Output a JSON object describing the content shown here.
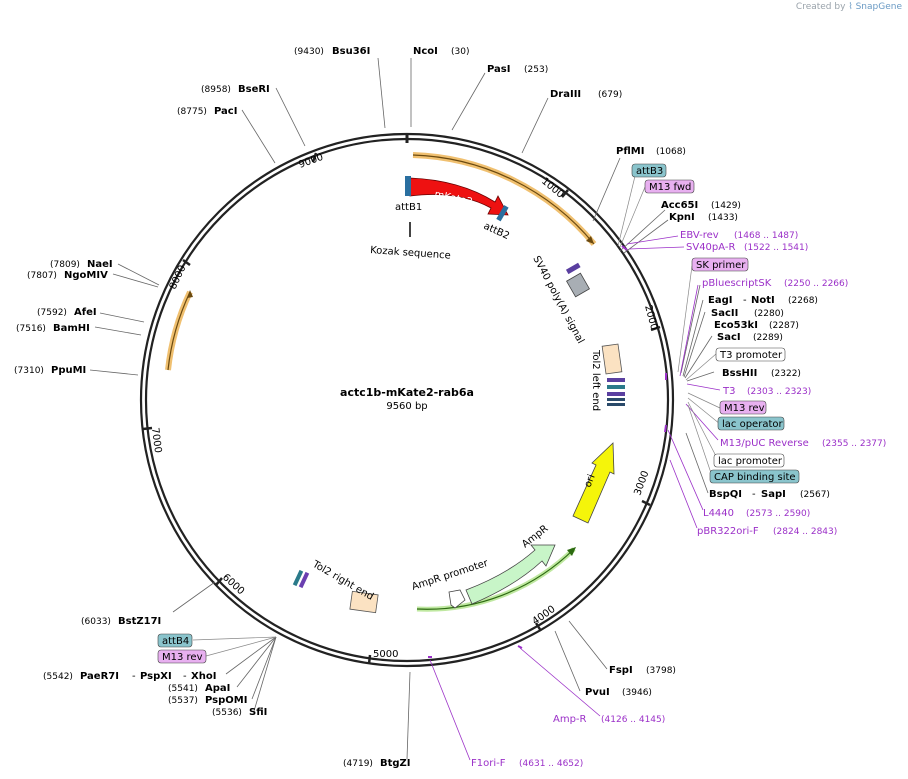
{
  "watermark": {
    "prefix": "Created by",
    "brand": "SnapGene"
  },
  "plasmid": {
    "name": "actc1b-mKate2-rab6a",
    "size": "9560 bp"
  },
  "colors": {
    "backbone": "#222222",
    "enzyme": "#000000",
    "primer": "#9b30c8",
    "mkate2": "#ee1111",
    "ampr": "#c8f5c8",
    "ori": "#f5f50a",
    "tol2": "#fbe2c2",
    "arrow_orange": "#f0b050",
    "feature_blue": "#8ac4cc",
    "feature_purple": "#e8b0f0"
  },
  "ruler": [
    {
      "label": "1000"
    },
    {
      "label": "2000"
    },
    {
      "label": "3000"
    },
    {
      "label": "4000"
    },
    {
      "label": "5000"
    },
    {
      "label": "6000"
    },
    {
      "label": "7000"
    },
    {
      "label": "8000"
    },
    {
      "label": "9000"
    }
  ],
  "enzymes": [
    {
      "name": "Bsu36I",
      "pos": "(9430)",
      "side": "left"
    },
    {
      "name": "NcoI",
      "pos": "(30)",
      "side": "right"
    },
    {
      "name": "PasI",
      "pos": "(253)",
      "side": "right"
    },
    {
      "name": "DraIII",
      "pos": "(679)",
      "side": "right"
    },
    {
      "name": "PflMI",
      "pos": "(1068)",
      "side": "right"
    },
    {
      "name": "Acc65I",
      "pos": "(1429)",
      "side": "right"
    },
    {
      "name": "KpnI",
      "pos": "(1433)",
      "side": "right"
    },
    {
      "name": "EagI",
      "name2": "NotI",
      "pos": "(2268)",
      "side": "right"
    },
    {
      "name": "SacII",
      "pos": "(2280)",
      "side": "right"
    },
    {
      "name": "Eco53kI",
      "pos": "(2287)",
      "side": "right"
    },
    {
      "name": "SacI",
      "pos": "(2289)",
      "side": "right"
    },
    {
      "name": "BssHII",
      "pos": "(2322)",
      "side": "right"
    },
    {
      "name": "BspQI",
      "name2": "SapI",
      "pos": "(2567)",
      "side": "right"
    },
    {
      "name": "FspI",
      "pos": "(3798)",
      "side": "right"
    },
    {
      "name": "PvuI",
      "pos": "(3946)",
      "side": "right"
    },
    {
      "name": "BtgZI",
      "pos": "(4719)",
      "side": "left"
    },
    {
      "name": "SfiI",
      "pos": "(5536)",
      "side": "left"
    },
    {
      "name": "PspOMI",
      "pos": "(5537)",
      "side": "left"
    },
    {
      "name": "ApaI",
      "pos": "(5541)",
      "side": "left"
    },
    {
      "name": "PaeR7I",
      "name2": "PspXI",
      "name3": "XhoI",
      "pos": "(5542)",
      "side": "left"
    },
    {
      "name": "BstZ17I",
      "pos": "(6033)",
      "side": "left"
    },
    {
      "name": "PpuMI",
      "pos": "(7310)",
      "side": "left"
    },
    {
      "name": "BamHI",
      "pos": "(7516)",
      "side": "left"
    },
    {
      "name": "AfeI",
      "pos": "(7592)",
      "side": "left"
    },
    {
      "name": "NgoMIV",
      "pos": "(7807)",
      "side": "left"
    },
    {
      "name": "NaeI",
      "pos": "(7809)",
      "side": "left"
    },
    {
      "name": "PacI",
      "pos": "(8775)",
      "side": "left"
    },
    {
      "name": "BseRI",
      "pos": "(8958)",
      "side": "left"
    }
  ],
  "primers": [
    {
      "name": "EBV-rev",
      "range": "(1468 .. 1487)"
    },
    {
      "name": "SV40pA-R",
      "range": "(1522 .. 1541)"
    },
    {
      "name": "pBluescriptSK",
      "range": "(2250 .. 2266)"
    },
    {
      "name": "T3",
      "range": "(2303 .. 2323)"
    },
    {
      "name": "M13/pUC Reverse",
      "range": "(2355 .. 2377)"
    },
    {
      "name": "L4440",
      "range": "(2573 .. 2590)"
    },
    {
      "name": "pBR322ori-F",
      "range": "(2824 .. 2843)"
    },
    {
      "name": "Amp-R",
      "range": "(4126 .. 4145)"
    },
    {
      "name": "F1ori-F",
      "range": "(4631 .. 4652)"
    }
  ],
  "boxed_features": [
    {
      "name": "attB3",
      "style": "blue"
    },
    {
      "name": "M13 fwd",
      "style": "purple"
    },
    {
      "name": "SK primer",
      "style": "purple"
    },
    {
      "name": "T3 promoter",
      "style": "white"
    },
    {
      "name": "M13 rev",
      "style": "purple"
    },
    {
      "name": "lac operator",
      "style": "blue"
    },
    {
      "name": "lac promoter",
      "style": "white"
    },
    {
      "name": "CAP binding site",
      "style": "blue"
    },
    {
      "name": "attB4",
      "style": "blue"
    },
    {
      "name": "M13 rev",
      "style": "purple"
    }
  ],
  "features": {
    "mkate2": "mKate2",
    "attb1": "attB1",
    "attb2": "attB2",
    "kozak": "Kozak sequence",
    "sv40": "SV40 poly(A) signal",
    "tol2_left": "Tol2 left end",
    "ori": "ori",
    "ampr": "AmpR",
    "ampr_promoter": "AmpR promoter",
    "tol2_right": "Tol2 right end"
  }
}
